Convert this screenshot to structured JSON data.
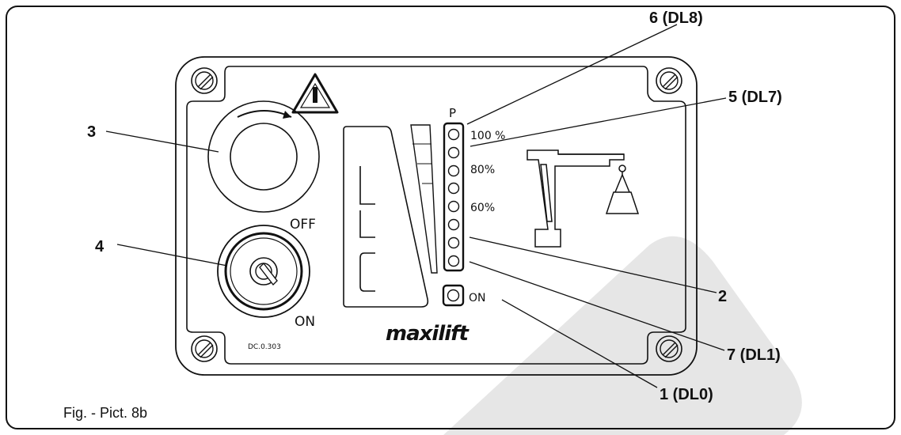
{
  "callouts": {
    "c1": "1 (DL0)",
    "c2": "2",
    "c3": "3",
    "c4": "4",
    "c5": "5 (DL7)",
    "c6": "6 (DL8)",
    "c7": "7 (DL1)"
  },
  "panel": {
    "label_p": "P",
    "pct_100": "100 %",
    "pct_80": "80%",
    "pct_60": "60%",
    "label_off": "OFF",
    "label_on_key": "ON",
    "label_on_led": "ON",
    "panel_code": "DC.0.303",
    "brand": "maxilift"
  },
  "caption": "Fig. - Pict. 8b",
  "colors": {
    "ink": "#111111",
    "watermark": "#e6e6e6",
    "background": "#ffffff"
  }
}
